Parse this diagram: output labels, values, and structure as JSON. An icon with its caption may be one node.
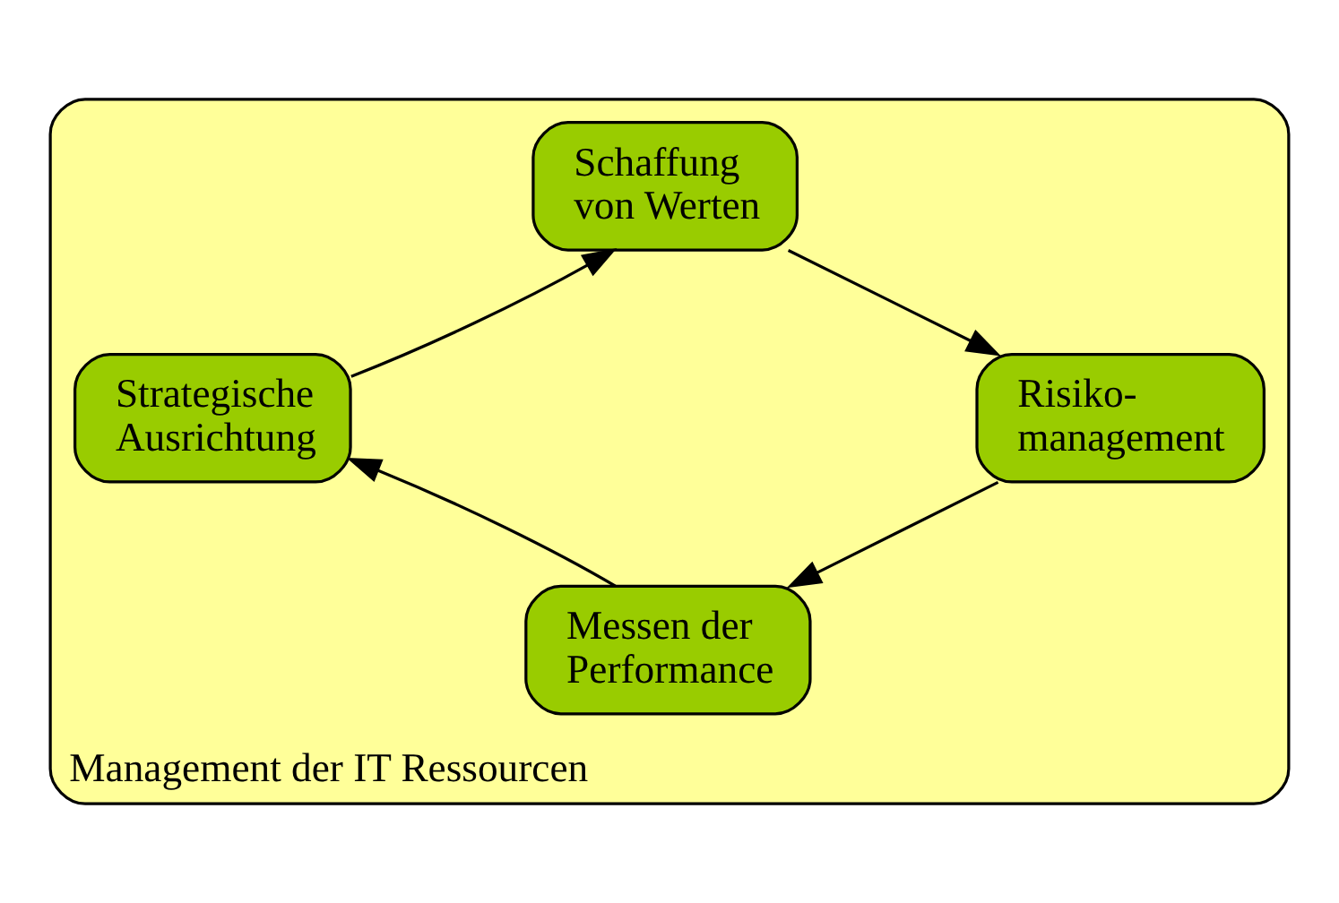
{
  "diagram": {
    "nodes": [
      {
        "text": [
          "Management der IT Ressourcen"
        ]
      },
      {
        "text": [
          "Schaffung von Werten"
        ],
        "in": 0
      },
      {
        "text": [
          "Risiko- management"
        ],
        "in": 0
      },
      {
        "text": [
          "Messen der Performance"
        ],
        "in": 0
      },
      {
        "text": [
          "Strategische Ausrichtung"
        ],
        "in": 0
      }
    ],
    "edges": [
      {
        "from": 1,
        "to": 2,
        "arrow": "to"
      },
      {
        "from": 2,
        "to": 3,
        "arrow": "to"
      },
      {
        "from": 3,
        "to": 4,
        "arrow": "to"
      },
      {
        "from": 4,
        "to": 1,
        "arrow": "to"
      }
    ]
  }
}
